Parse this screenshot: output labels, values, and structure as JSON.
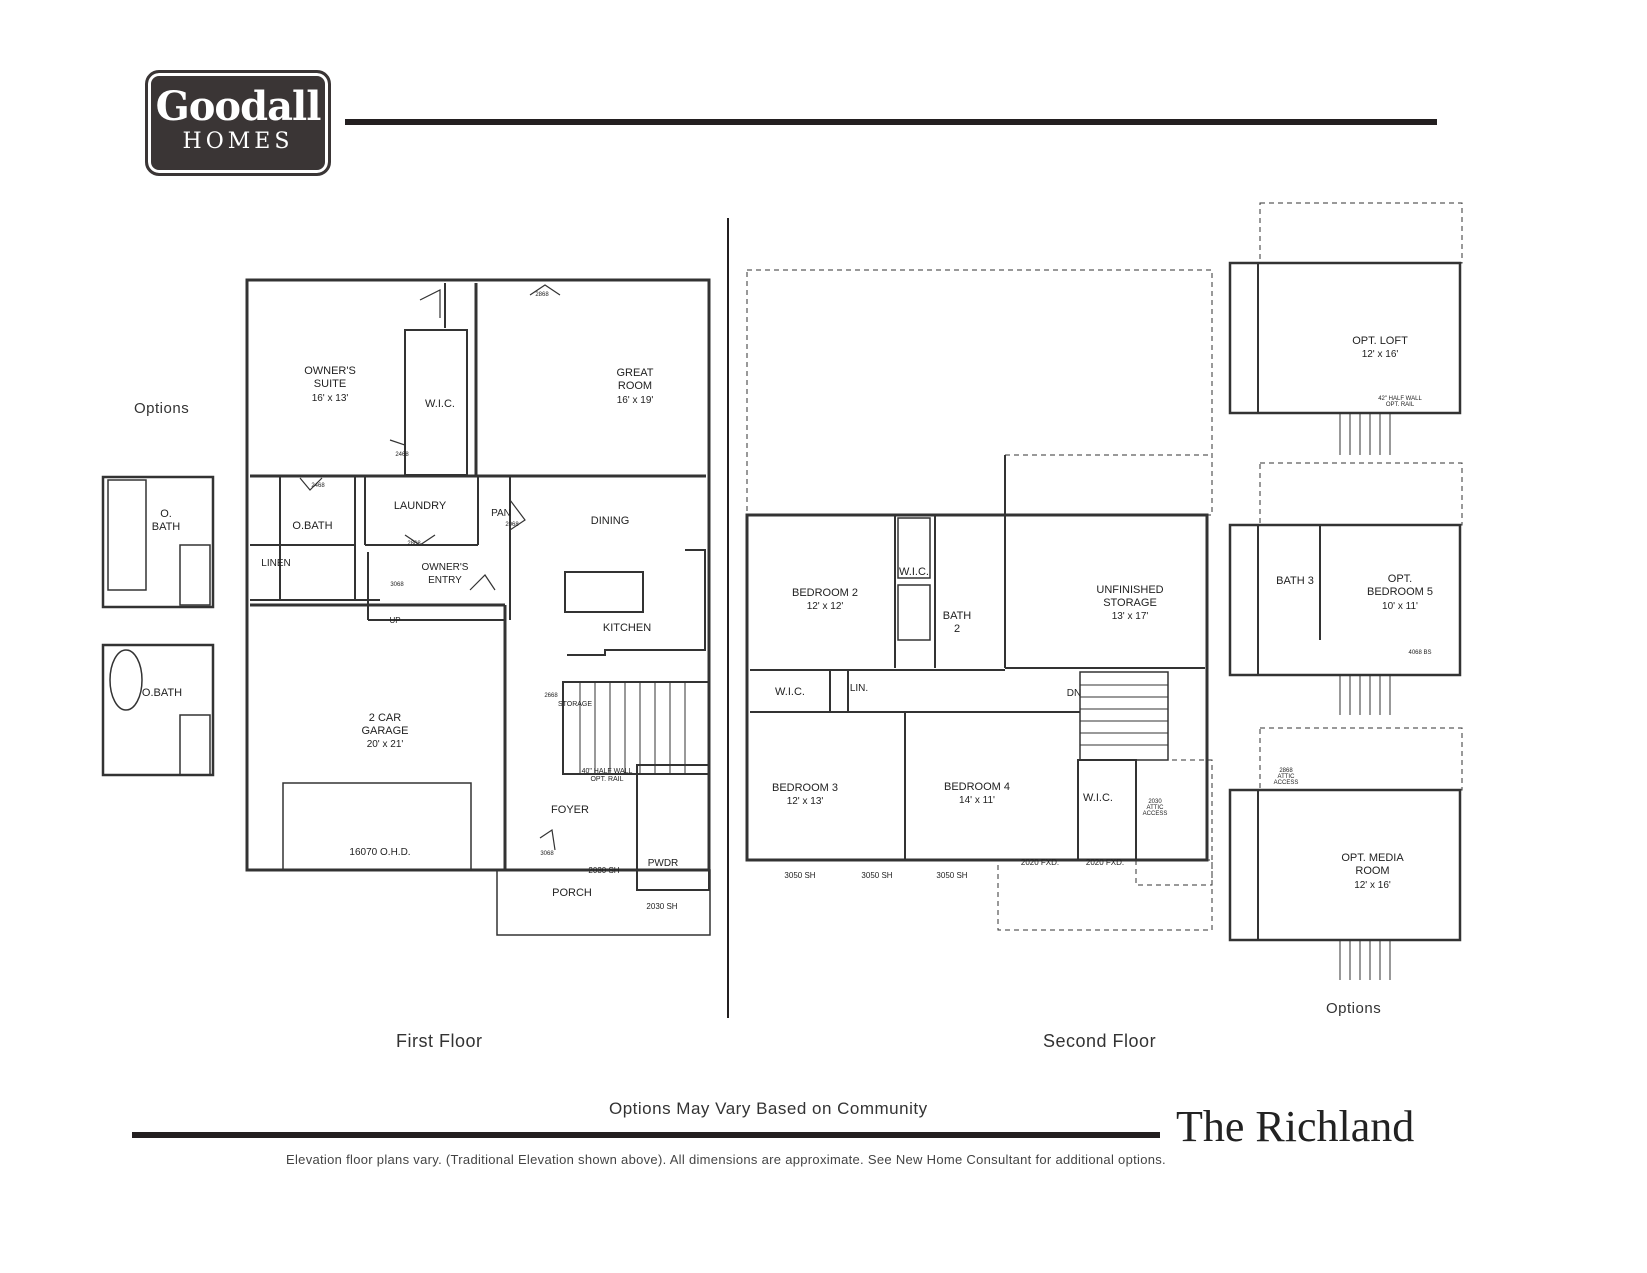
{
  "brand": {
    "line1": "Goodall",
    "line2": "HOMES"
  },
  "captions": {
    "options_left": "Options",
    "options_right": "Options",
    "first_floor": "First Floor",
    "second_floor": "Second Floor",
    "vary_note": "Options May Vary Based on Community",
    "plan_name": "The Richland",
    "footer": "Elevation floor plans vary. (Traditional Elevation shown above). All dimensions are approximate. See New Home Consultant for additional options."
  },
  "first_floor": {
    "owners_suite": {
      "name": "OWNER'S\nSUITE",
      "size": "16' x 13'"
    },
    "wic": "W.I.C.",
    "great_room": {
      "name": "GREAT\nROOM",
      "size": "16' x 19'"
    },
    "obath": "O.BATH",
    "laundry": "LAUNDRY",
    "pan": "PAN",
    "dining": "DINING",
    "linen": "LINEN",
    "owners_entry": "OWNER'S\nENTRY",
    "kitchen": "KITCHEN",
    "garage": {
      "name": "2 CAR\nGARAGE",
      "size": "20' x 21'"
    },
    "garage_door": "16070 O.H.D.",
    "foyer": "FOYER",
    "pwdr": "PWDR",
    "porch": "PORCH",
    "half_wall": "40\" HALF WALL\nOPT. RAIL",
    "storage": "STORAGE",
    "up": "UP",
    "window_1": "2030 SH",
    "window_2": "2030 SH",
    "door_labels": [
      "2468",
      "2868",
      "3068",
      "2668",
      "2468",
      "2868",
      "2068",
      "3068"
    ]
  },
  "options_left": {
    "top_bath": "O.\nBATH",
    "bottom_bath": "O.BATH"
  },
  "second_floor": {
    "bedroom2": {
      "name": "BEDROOM 2",
      "size": "12' x 12'"
    },
    "wic_b2": "W.I.C.",
    "bath2": "BATH\n2",
    "unfinished": {
      "name": "UNFINISHED\nSTORAGE",
      "size": "13' x 17'"
    },
    "wic_hall": "W.I.C.",
    "lin": "LIN.",
    "dn": "DN",
    "bedroom3": {
      "name": "BEDROOM 3",
      "size": "12' x 13'"
    },
    "bedroom4": {
      "name": "BEDROOM 4",
      "size": "14' x 11'"
    },
    "wic_b4": "W.I.C.",
    "attic": "2030\nATTIC\nACCESS",
    "win_1": "3050 SH",
    "win_2": "3050 SH",
    "win_3": "3050 SH",
    "win_4": "2020 FXD.",
    "win_5": "2020 FXD."
  },
  "options_right": {
    "loft": {
      "name": "OPT. LOFT",
      "size": "12' x 16'",
      "rail": "42\" HALF WALL\nOPT. RAIL"
    },
    "bath3": "BATH 3",
    "bedroom5": {
      "name": "OPT.\nBEDROOM 5",
      "size": "10' x 11'",
      "closet": "4068 BS"
    },
    "media": {
      "name": "OPT. MEDIA\nROOM",
      "size": "12' x 16'"
    },
    "attic": "2868\nATTIC\nACCESS"
  }
}
